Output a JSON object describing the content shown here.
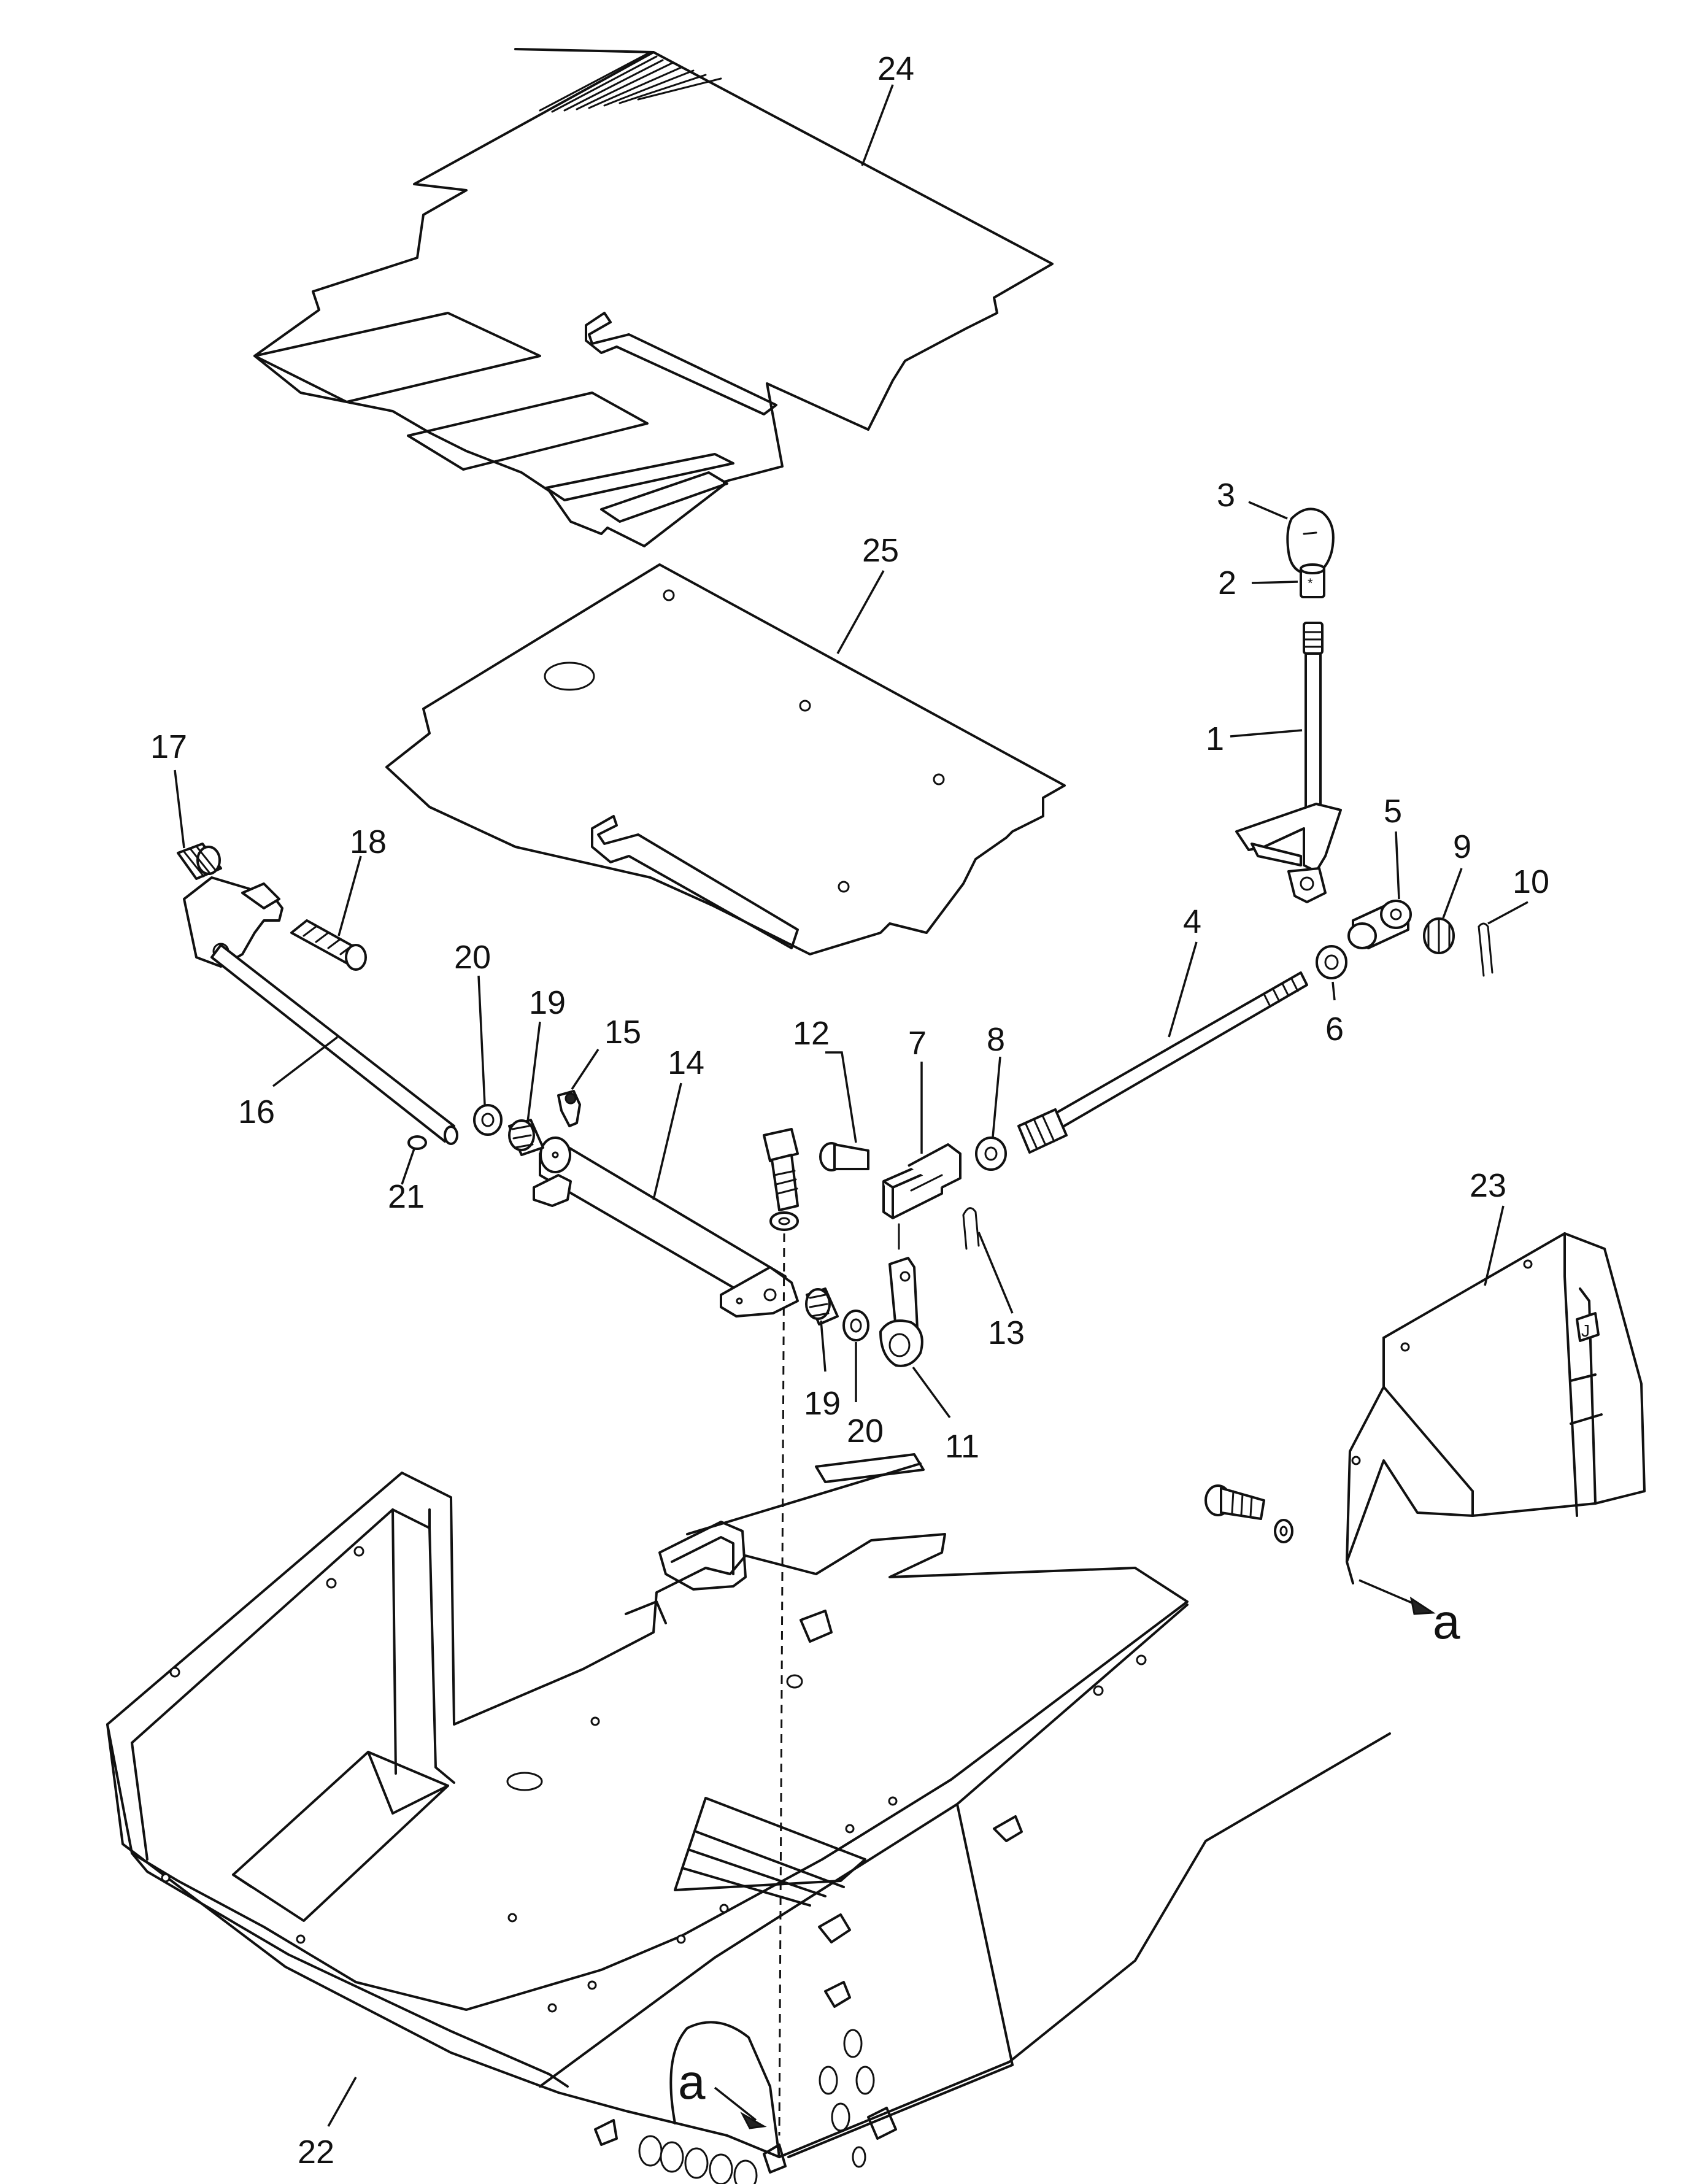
{
  "labels": {
    "p1": "1",
    "p2": "2",
    "p3": "3",
    "p4": "4",
    "p5": "5",
    "p6": "6",
    "p7": "7",
    "p8": "8",
    "p9": "9",
    "p10": "10",
    "p11": "11",
    "p12": "12",
    "p13": "13",
    "p14": "14",
    "p15": "15",
    "p16": "16",
    "p17": "17",
    "p18": "18",
    "p19a": "19",
    "p19b": "19",
    "p20a": "20",
    "p20b": "20",
    "p21": "21",
    "p22": "22",
    "p23": "23",
    "p24": "24",
    "p25": "25",
    "view_a1": "a",
    "view_a2": "a"
  }
}
